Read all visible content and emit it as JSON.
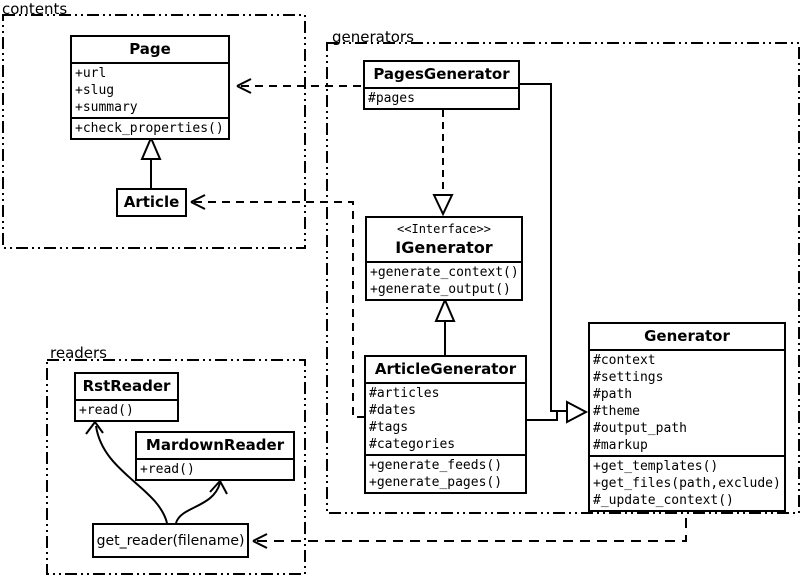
{
  "diagram_type": "uml-class-diagram",
  "colors": {
    "line": "#000000",
    "background": "#ffffff",
    "box_fill": "#ffffff",
    "text": "#000000"
  },
  "packages": {
    "contents": {
      "label": "contents"
    },
    "generators": {
      "label": "generators"
    },
    "readers": {
      "label": "readers"
    }
  },
  "classes": {
    "page": {
      "name": "Page",
      "attributes": [
        "+url",
        "+slug",
        "+summary"
      ],
      "methods": [
        "+check_properties()"
      ]
    },
    "article": {
      "name": "Article",
      "attributes": [],
      "methods": []
    },
    "pages_generator": {
      "name": "PagesGenerator",
      "attributes": [
        "#pages"
      ],
      "methods": []
    },
    "igenerator": {
      "stereotype": "<<Interface>>",
      "name": "IGenerator",
      "attributes": [],
      "methods": [
        "+generate_context()",
        "+generate_output()"
      ]
    },
    "article_generator": {
      "name": "ArticleGenerator",
      "attributes": [
        "#articles",
        "#dates",
        "#tags",
        "#categories"
      ],
      "methods": [
        "+generate_feeds()",
        "+generate_pages()"
      ]
    },
    "generator": {
      "name": "Generator",
      "attributes": [
        "#context",
        "#settings",
        "#path",
        "#theme",
        "#output_path",
        "#markup"
      ],
      "methods": [
        "+get_templates()",
        "+get_files(path,exclude)",
        "#_update_context()"
      ]
    },
    "rst_reader": {
      "name": "RstReader",
      "attributes": [],
      "methods": [
        "+read()"
      ]
    },
    "mardown_reader": {
      "name": "MardownReader",
      "attributes": [],
      "methods": [
        "+read()"
      ]
    },
    "get_reader": {
      "label": "get_reader(filename)"
    }
  },
  "relationships": [
    {
      "from": "Article",
      "to": "Page",
      "type": "inheritance"
    },
    {
      "from": "PagesGenerator",
      "to": "IGenerator",
      "type": "realization"
    },
    {
      "from": "ArticleGenerator",
      "to": "IGenerator",
      "type": "inheritance"
    },
    {
      "from": "PagesGenerator",
      "to": "Generator",
      "type": "inheritance"
    },
    {
      "from": "ArticleGenerator",
      "to": "Generator",
      "type": "inheritance"
    },
    {
      "from": "PagesGenerator",
      "to": "Page",
      "type": "dependency"
    },
    {
      "from": "ArticleGenerator",
      "to": "Article",
      "type": "dependency"
    },
    {
      "from": "Generator",
      "to": "get_reader(filename)",
      "type": "dependency"
    },
    {
      "from": "get_reader(filename)",
      "to": "RstReader",
      "type": "association"
    },
    {
      "from": "get_reader(filename)",
      "to": "MardownReader",
      "type": "association"
    }
  ]
}
